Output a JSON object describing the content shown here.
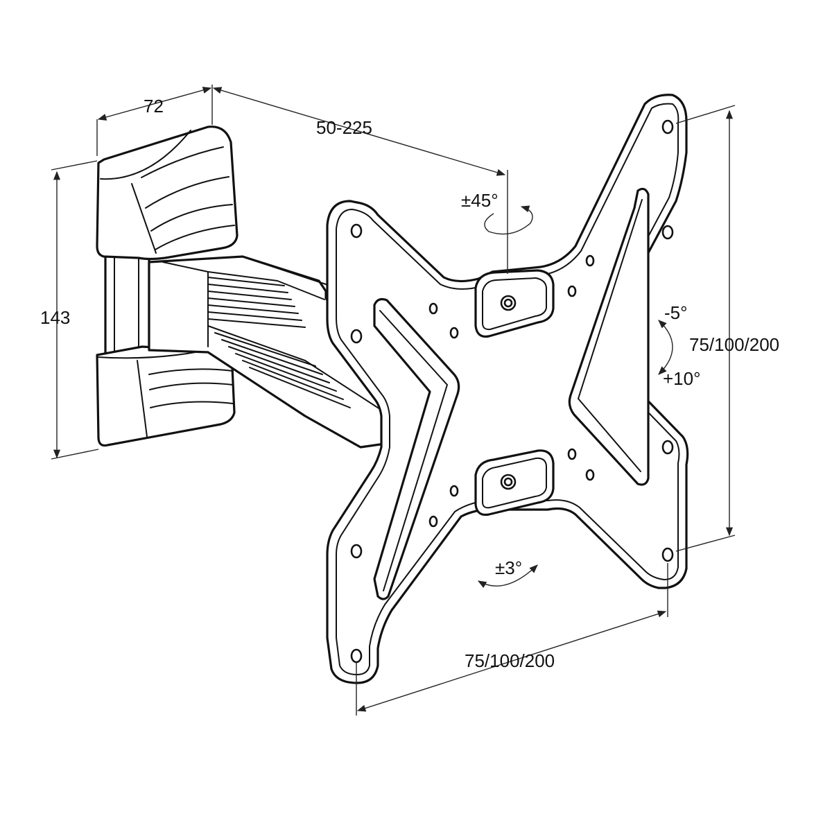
{
  "diagram": {
    "dimensions": {
      "depth": "72",
      "extension": "50-225",
      "height": "143",
      "vesa_vertical": "75/100/200",
      "vesa_horizontal": "75/100/200"
    },
    "angles": {
      "swivel": "±45°",
      "tilt_up": "-5°",
      "tilt_down": "+10°",
      "rotation": "±3°"
    }
  }
}
